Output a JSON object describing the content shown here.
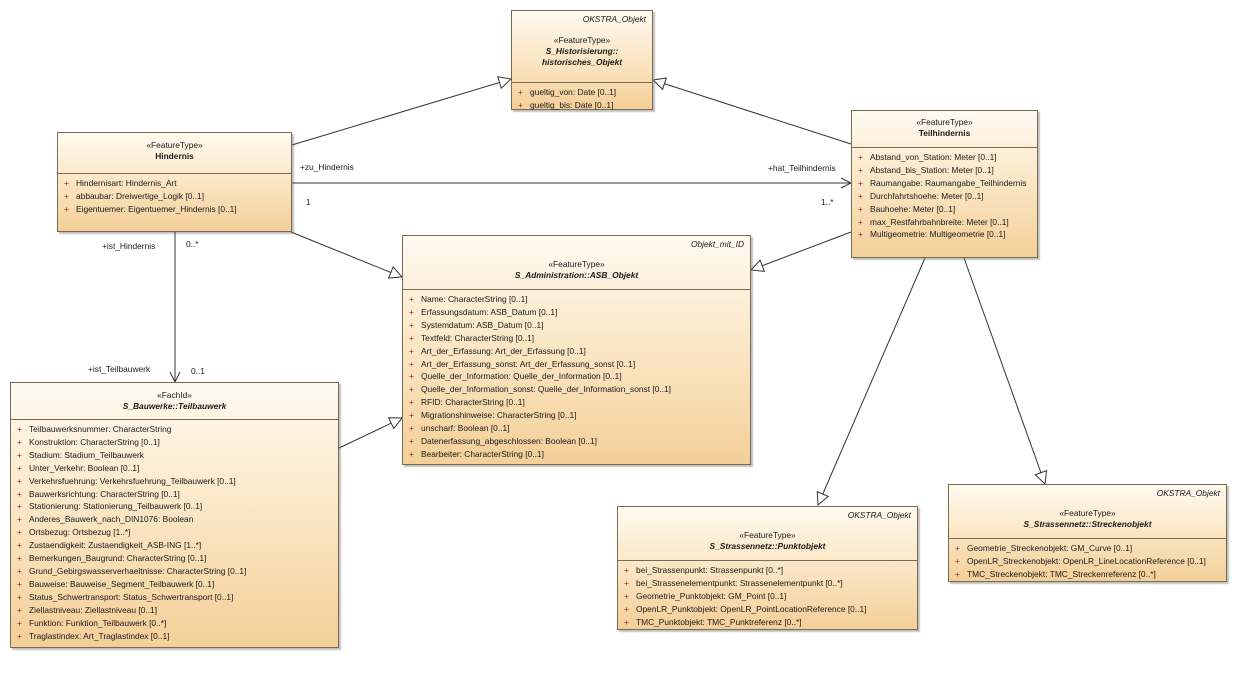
{
  "classes": {
    "historisches": {
      "namespace": "OKSTRA_Objekt",
      "stereotype": "«FeatureType»",
      "name_line1": "S_Historisierung::",
      "name_line2": "historisches_Objekt",
      "attributes": [
        {
          "vis": "+",
          "text": "gueltig_von: Date [0..1]"
        },
        {
          "vis": "+",
          "text": "gueltig_bis: Date [0..1]"
        }
      ]
    },
    "hindernis": {
      "stereotype": "«FeatureType»",
      "name": "Hindernis",
      "attributes": [
        {
          "vis": "+",
          "text": "Hindernisart: Hindernis_Art"
        },
        {
          "vis": "+",
          "text": "abbaubar: Dreiwertige_Logik [0..1]"
        },
        {
          "vis": "+",
          "text": "Eigentuemer: Eigentuemer_Hindernis [0..1]"
        }
      ]
    },
    "teilhindernis": {
      "stereotype": "«FeatureType»",
      "name": "Teilhindernis",
      "attributes": [
        {
          "vis": "+",
          "text": "Abstand_von_Station: Meter [0..1]"
        },
        {
          "vis": "+",
          "text": "Abstand_bis_Station: Meter [0..1]"
        },
        {
          "vis": "+",
          "text": "Raumangabe: Raumangabe_Teilhindernis"
        },
        {
          "vis": "+",
          "text": "Durchfahrtshoehe: Meter [0..1]"
        },
        {
          "vis": "+",
          "text": "Bauhoehe: Meter [0..1]"
        },
        {
          "vis": "+",
          "text": "max_Restfahrbahnbreite: Meter [0..1]"
        },
        {
          "vis": "+",
          "text": "Multigeometrie: Multigeometrie [0..1]"
        }
      ]
    },
    "asb": {
      "namespace": "Objekt_mit_ID",
      "stereotype": "«FeatureType»",
      "name": "S_Administration::ASB_Objekt",
      "attributes": [
        {
          "vis": "+",
          "text": "Name: CharacterString [0..1]"
        },
        {
          "vis": "+",
          "text": "Erfassungsdatum: ASB_Datum [0..1]"
        },
        {
          "vis": "+",
          "text": "Systemdatum: ASB_Datum [0..1]"
        },
        {
          "vis": "+",
          "text": "Textfeld: CharacterString [0..1]"
        },
        {
          "vis": "+",
          "text": "Art_der_Erfassung: Art_der_Erfassung [0..1]"
        },
        {
          "vis": "+",
          "text": "Art_der_Erfassung_sonst: Art_der_Erfassung_sonst [0..1]"
        },
        {
          "vis": "+",
          "text": "Quelle_der_Information: Quelle_der_Information [0..1]"
        },
        {
          "vis": "+",
          "text": "Quelle_der_Information_sonst: Quelle_der_Information_sonst [0..1]"
        },
        {
          "vis": "+",
          "text": "RFID: CharacterString [0..1]"
        },
        {
          "vis": "+",
          "text": "Migrationshinweise: CharacterString [0..1]"
        },
        {
          "vis": "+",
          "text": "unscharf: Boolean [0..1]"
        },
        {
          "vis": "+",
          "text": "Datenerfassung_abgeschlossen: Boolean [0..1]"
        },
        {
          "vis": "+",
          "text": "Bearbeiter: CharacterString [0..1]"
        }
      ]
    },
    "teilbauwerk": {
      "stereotype": "«FachId»",
      "name": "S_Bauwerke::Teilbauwerk",
      "attributes": [
        {
          "vis": "+",
          "text": "Teilbauwerksnummer: CharacterString"
        },
        {
          "vis": "+",
          "text": "Konstruktion: CharacterString [0..1]"
        },
        {
          "vis": "+",
          "text": "Stadium: Stadium_Teilbauwerk"
        },
        {
          "vis": "+",
          "text": "Unter_Verkehr: Boolean [0..1]"
        },
        {
          "vis": "+",
          "text": "Verkehrsfuehrung: Verkehrsfuehrung_Teilbauwerk [0..1]"
        },
        {
          "vis": "+",
          "text": "Bauwerksrichtung: CharacterString [0..1]"
        },
        {
          "vis": "+",
          "text": "Stationierung: Stationierung_Teilbauwerk [0..1]"
        },
        {
          "vis": "+",
          "text": "Anderes_Bauwerk_nach_DIN1076: Boolean"
        },
        {
          "vis": "+",
          "text": "Ortsbezug: Ortsbezug [1..*]"
        },
        {
          "vis": "+",
          "text": "Zustaendigkeit: Zustaendigkeit_ASB-ING [1..*]"
        },
        {
          "vis": "+",
          "text": "Bemerkungen_Baugrund: CharacterString [0..1]"
        },
        {
          "vis": "+",
          "text": "Grund_Gebirgswasserverhaeltnisse: CharacterString [0..1]"
        },
        {
          "vis": "+",
          "text": "Bauweise: Bauweise_Segment_Teilbauwerk [0..1]"
        },
        {
          "vis": "+",
          "text": "Status_Schwertransport: Status_Schwertransport [0..1]"
        },
        {
          "vis": "+",
          "text": "Ziellastniveau: Ziellastniveau [0..1]"
        },
        {
          "vis": "+",
          "text": "Funktion: Funktion_Teilbauwerk [0..*]"
        },
        {
          "vis": "+",
          "text": "Traglastindex: Art_Traglastindex [0..1]"
        }
      ]
    },
    "punktobjekt": {
      "namespace": "OKSTRA_Objekt",
      "stereotype": "«FeatureType»",
      "name": "S_Strassennetz::Punktobjekt",
      "attributes": [
        {
          "vis": "+",
          "text": "bei_Strassenpunkt: Strassenpunkt [0..*]"
        },
        {
          "vis": "+",
          "text": "bei_Strassenelementpunkt: Strassenelementpunkt [0..*]"
        },
        {
          "vis": "+",
          "text": "Geometrie_Punktobjekt: GM_Point [0..1]"
        },
        {
          "vis": "+",
          "text": "OpenLR_Punktobjekt: OpenLR_PointLocationReference [0..1]"
        },
        {
          "vis": "+",
          "text": "TMC_Punktobjekt: TMC_Punktreferenz [0..*]"
        }
      ]
    },
    "streckenobjekt": {
      "namespace": "OKSTRA_Objekt",
      "stereotype": "«FeatureType»",
      "name": "S_Strassennetz::Streckenobjekt",
      "attributes": [
        {
          "vis": "+",
          "text": "Geometrie_Streckenobjekt: GM_Curve [0..1]"
        },
        {
          "vis": "+",
          "text": "OpenLR_Streckenobjekt: OpenLR_LineLocationReference [0..1]"
        },
        {
          "vis": "+",
          "text": "TMC_Streckenobjekt: TMC_Streckenreferenz [0..*]"
        }
      ]
    }
  },
  "labels": {
    "zu_hindernis": "+zu_Hindernis",
    "hat_teilhindernis": "+hat_Teilhindernis",
    "mult_1": "1",
    "mult_1_n": "1..*",
    "ist_hindernis": "+ist_Hindernis",
    "mult_0_n": "0..*",
    "ist_teilbauwerk": "+ist_Teilbauwerk",
    "mult_0_1": "0..1"
  }
}
